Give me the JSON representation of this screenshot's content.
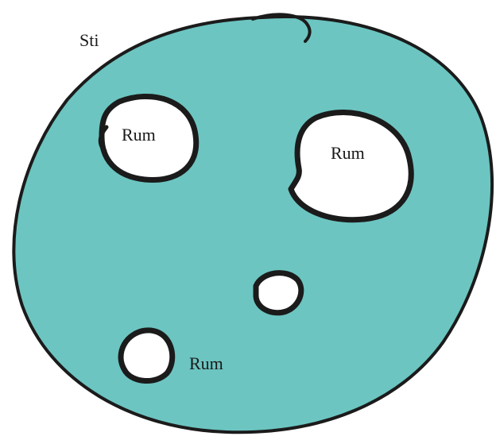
{
  "diagram": {
    "space_label": "Sti",
    "room_labels": [
      "Rum",
      "Rum",
      "Rum"
    ]
  },
  "colors": {
    "region_fill": "#6cc5c1",
    "outline": "#1b1b1b",
    "hole_fill": "#ffffff",
    "background": "#ffffff"
  }
}
